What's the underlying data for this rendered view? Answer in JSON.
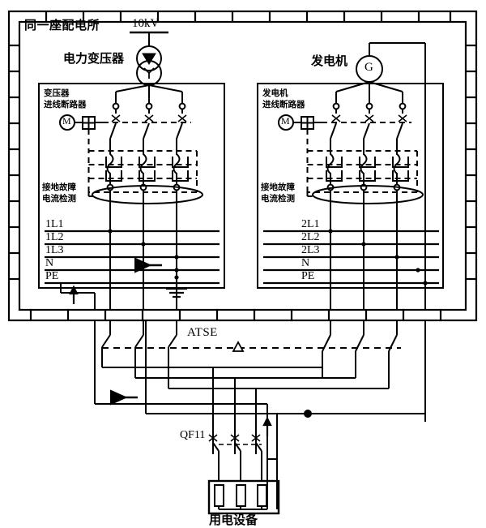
{
  "diagram": {
    "title": "同一座配电所",
    "type": "single-line-diagram",
    "description": "Power transformer and generator feeding an ATSE with earth-fault current detection"
  },
  "labels": {
    "enclosure_title": "同一座配电所",
    "hv_voltage": "10kV",
    "transformer": "电力变压器",
    "generator": "发电机",
    "generator_symbol": "G",
    "transformer_breaker": "变压器\n进线断路器",
    "transformer_breaker_l1": "变压器",
    "transformer_breaker_l2": "进线断路器",
    "generator_breaker_l1": "发电机",
    "generator_breaker_l2": "进线断路器",
    "earth_fault_left_l1": "接地故障",
    "earth_fault_left_l2": "电流检测",
    "earth_fault_right_l1": "接地故障",
    "earth_fault_right_l2": "电流检测",
    "motor_symbol": "M",
    "atse": "ATSE",
    "qf11": "QF11",
    "load": "用电设备"
  },
  "bus_left": {
    "lines": [
      "1L1",
      "1L2",
      "1L3",
      "N",
      "PE"
    ]
  },
  "bus_right": {
    "lines": [
      "2L1",
      "2L2",
      "2L3",
      "N",
      "PE"
    ]
  },
  "colors": {
    "line": "#000000",
    "background": "#ffffff",
    "wall": "#000000"
  }
}
